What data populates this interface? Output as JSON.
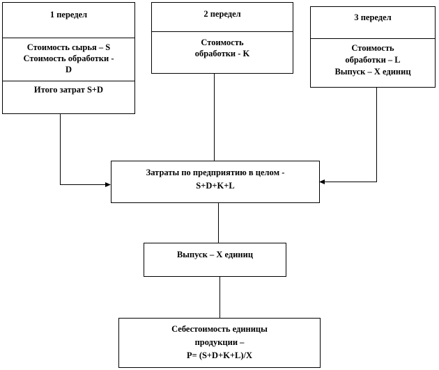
{
  "stage1": {
    "title": "1 передел",
    "lines": [
      "Стоимость сырья – S",
      "Стоимость обработки -",
      "D"
    ],
    "total": "Итого затрат S+D"
  },
  "stage2": {
    "title": "2 передел",
    "lines": [
      "Стоимость",
      "обработки - K"
    ]
  },
  "stage3": {
    "title": "3 передел",
    "lines": [
      "Стоимость",
      "обработки – L",
      "Выпуск – X единиц"
    ]
  },
  "enterprise": {
    "lines": [
      "Затраты по предприятию в целом -",
      "S+D+K+L"
    ]
  },
  "output": {
    "text": "Выпуск – X единиц"
  },
  "unit_cost": {
    "lines": [
      "Себестоимость единицы",
      "продукции –",
      "P= (S+D+K+L)/X"
    ]
  }
}
